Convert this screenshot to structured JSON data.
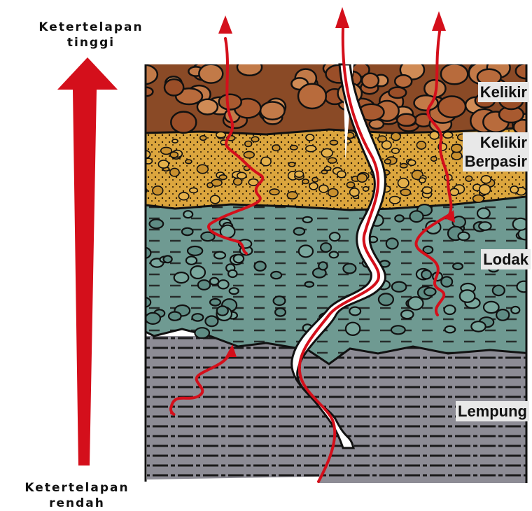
{
  "permeability_scale": {
    "high_label_line1": "Ketertelapan",
    "high_label_line2": "tinggi",
    "low_label_line1": "Ketertelapan",
    "low_label_line2": "rendah",
    "arrow_color": "#d40f1b"
  },
  "layers": [
    {
      "label": "Kelikir",
      "color": "#b56a3c"
    },
    {
      "label_line1": "Kelikir",
      "label_line2": "Berpasir",
      "color": "#dba23c"
    },
    {
      "label": "Lodak",
      "color": "#5f8f86"
    },
    {
      "label": "Lempung",
      "color": "#8a8a92"
    }
  ],
  "flow_line_color": "#d40f1b"
}
